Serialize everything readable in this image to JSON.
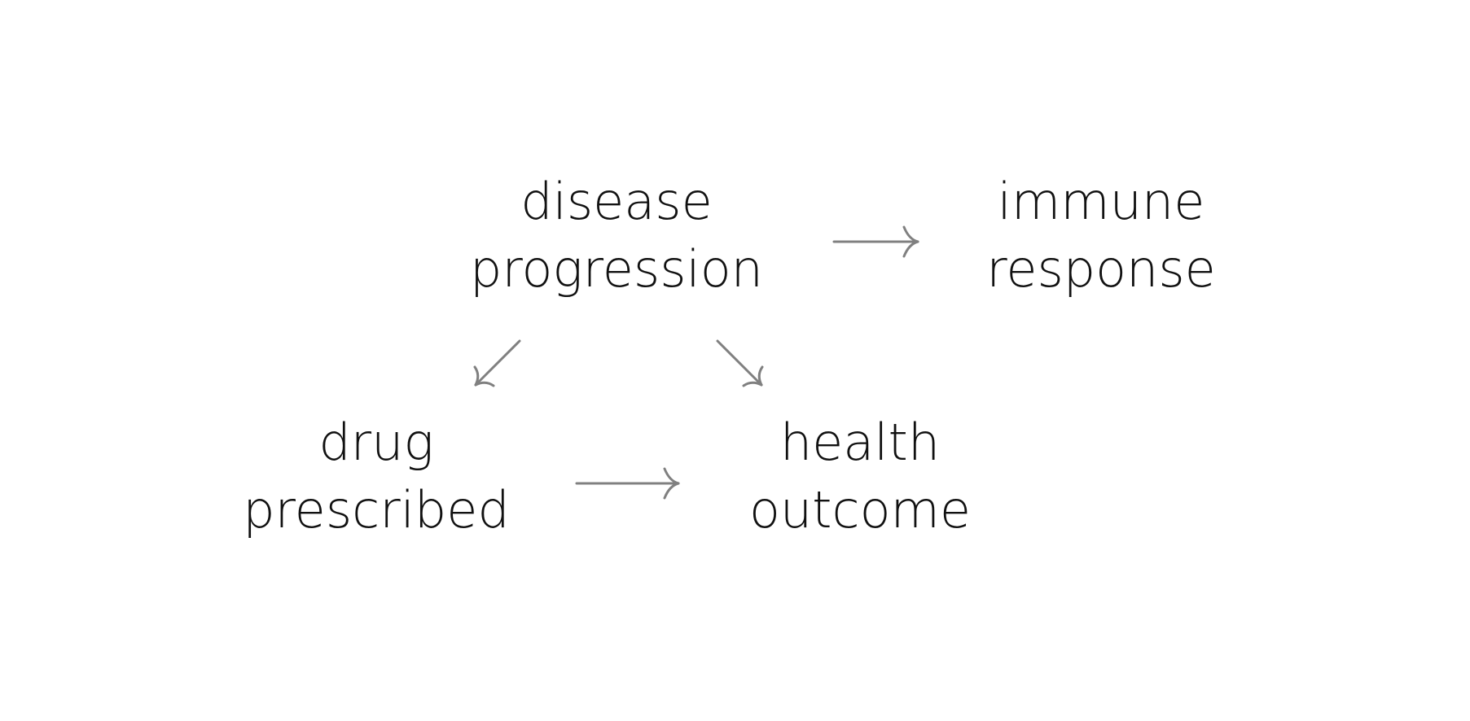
{
  "nodes": {
    "disease_progression": {
      "line1": "disease",
      "line2": "progression"
    },
    "immune_response": {
      "line1": "immune",
      "line2": "response"
    },
    "drug_prescribed": {
      "line1": "drug",
      "line2": "prescribed"
    },
    "health_outcome": {
      "line1": "health",
      "line2": "outcome"
    }
  },
  "edges": [
    {
      "from": "disease progression",
      "to": "immune response"
    },
    {
      "from": "disease progression",
      "to": "drug prescribed"
    },
    {
      "from": "disease progression",
      "to": "health outcome"
    },
    {
      "from": "drug prescribed",
      "to": "health outcome"
    }
  ],
  "colors": {
    "text": "#111111",
    "arrow": "#808080",
    "background": "#ffffff"
  }
}
